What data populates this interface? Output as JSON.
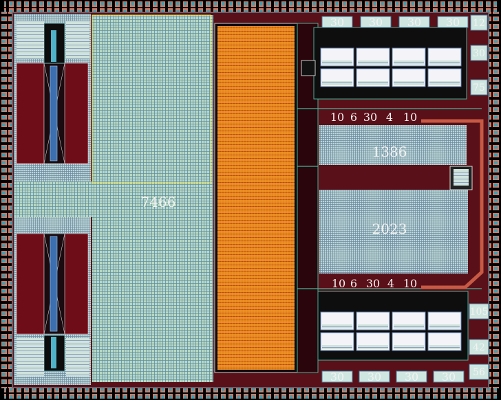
{
  "layout_view": {
    "blocks": {
      "big_sram": "7466",
      "upper_right_array": "1386",
      "lower_right_array": "2023"
    },
    "top_cells": [
      "30",
      "30",
      "30",
      "30"
    ],
    "bottom_cells": [
      "30",
      "30",
      "30",
      "30"
    ],
    "upper_label_row": [
      "10",
      "6",
      "30",
      "4",
      "10"
    ],
    "lower_label_row": [
      "10",
      "6",
      "30",
      "4",
      "10"
    ],
    "right_edge_upper": [
      "12",
      "30",
      "75"
    ],
    "right_edge_lower": [
      "105",
      "42",
      "56"
    ]
  },
  "colors": {
    "background": "#000000",
    "pad_ring": "#d86a55",
    "die_fill": "#5a1018",
    "array_fill": "#b9d9c4",
    "logic_orange": "#e58a1f",
    "well_dark_red": "#6e0c18",
    "route_teal": "#43b39a"
  }
}
